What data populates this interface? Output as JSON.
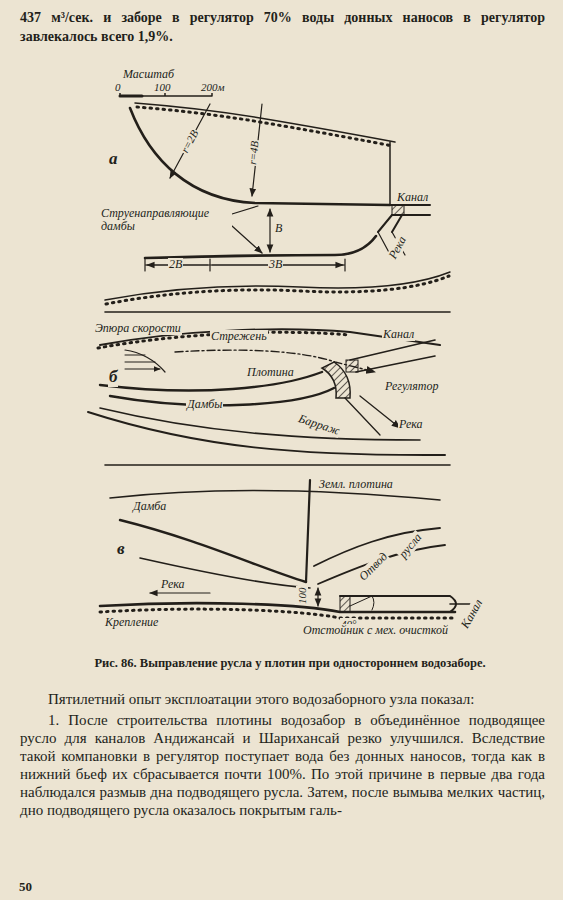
{
  "diagram": {
    "caption": "Рис. 86. Выправление русла у плотин при одностороннем водозаборе.",
    "labels": [
      "437 м³/сек. и заборе в регулятор 70% воды донных наносов в регулятор завлекалось всего 1,9%.",
      "а",
      "Масштаб",
      "0",
      "100",
      "200м",
      "r=2В",
      "r=4В",
      "Струенаправляющие дамбы",
      "В",
      "Канал",
      "Река",
      "2В",
      "3В",
      "б",
      "Эпюра скорости",
      "Стрежень",
      "Канал",
      "Плотина",
      "Регулятор",
      "Дамбы",
      "Барраж",
      "Река",
      "в",
      "Дамба",
      "Земл. плотина",
      "русла",
      "Отвод",
      "Река",
      "100",
      "40°",
      "Крепление",
      "Отстойник с мех. очисткой",
      "Канал",
      "Пятилетний опыт эксплоатации этого водозаборного узла показал:",
      "1. После строительства плотины водозабор в объединённое подводящее русло для каналов Андижансай и Шарихансай резко улучшился. Вследствие такой компановки в регулятор поступает вода без донных наносов, тогда как в нижний бьеф их сбрасывается почти 100%. По этой причине в первые два года наблюдался размыв дна подводящего русла. Затем, после вымыва мелких частиц, дно подводящего русла оказалось покрытым галь-",
      "50"
    ]
  }
}
